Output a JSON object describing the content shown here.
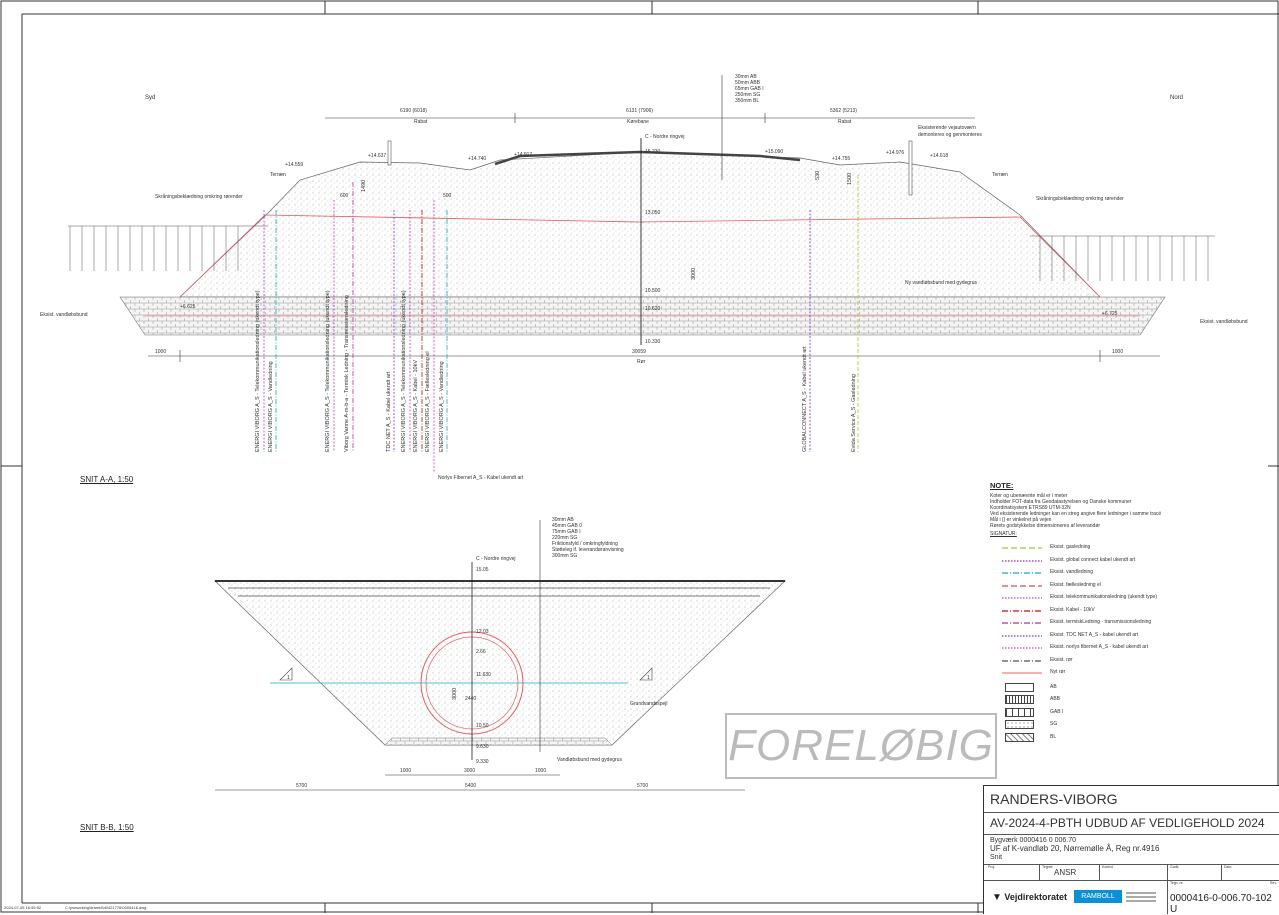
{
  "section_a": {
    "label": "SNIT A-A, 1:50",
    "left_dir": "Syd",
    "right_dir": "Nord",
    "pavement": [
      "30mm AB",
      "50mm ABB",
      "65mm GAB I",
      "250mm SG",
      "350mm BL"
    ],
    "widths": [
      {
        "value": "6190 (6018)",
        "name": "Rabat"
      },
      {
        "value": "6131 (7906)",
        "name": "Kørebane"
      },
      {
        "value": "5362 (5213)",
        "name": "Rabat"
      }
    ],
    "centerline": "C - Nordre ringvej",
    "levels": [
      "+14.559",
      "+14.637",
      "+14.740",
      "+14.917",
      "15.230",
      "+15.090",
      "+14.755",
      "+14.976",
      "+14.618",
      "13.050",
      "10.500",
      "10.620",
      "10.330",
      "+6.625",
      "+6.725"
    ],
    "dims": [
      "1000",
      "30059",
      "1000"
    ],
    "dim_sub": "Rør",
    "height_dim": "3000",
    "small_dims": [
      "1490",
      "600",
      "500",
      "530",
      "1500"
    ],
    "callouts": {
      "railing": [
        "Eksisterende vejautoværn",
        "demonteres og genmonteres"
      ],
      "terrain_left": "Terræn",
      "terrain_right": "Terræn",
      "slope_left": "Skråningsbeklædning omkring rørender",
      "slope_right": "Skråningsbeklædning omkring rørender",
      "bed_left": "Eksist. vandløbsbund",
      "bed_right": "Eksist. vandløbsbund",
      "new_bed": "Ny vandløbsbund med gydegrus",
      "norlys": "Norlys Fibernet A_S - Kabel ukendt art"
    },
    "utilities": [
      "ENERGI VIBORG A_S - Telekommunikationsledning (ukendt type)",
      "ENERGI VIBORG A_S - Vandledning",
      "ENERGI VIBORG A_S - Telekommunikationsledning (ukendt type)",
      "Viborg Varme A-m-b-a - Termisk Ledning - Transmissionsledning",
      "TDC NET A_S - Kabel ukendt art",
      "ENERGI VIBORG A_S - Telekommunikationsledning (ukendt type)",
      "ENERGI VIBORG A_S - Kabel - 10kV",
      "ENERGI VIBORG A_S - Fællesledning el",
      "ENERGI VIBORG A_S - Vandledning",
      "GLOBALCONNECT A_S - Kabel ukendt art",
      "Evida Service A_S - Gasledning"
    ]
  },
  "section_b": {
    "label": "SNIT B-B, 1:50",
    "centerline": "C - Nordre ringvej",
    "pavement": [
      "30mm AB",
      "45mm GAB 0",
      "75mm GAB I",
      "220mm SG",
      "Friktionsfyld / omkringfyldning",
      "Støtteleg if. leverandøranvisning",
      "300mm SG"
    ],
    "levels": [
      "15.05",
      "12.03",
      "2.66",
      "11.630",
      "10.50",
      "9.630",
      "9.330"
    ],
    "pipe_dims": [
      "3000",
      "2440"
    ],
    "dims": [
      "1000",
      "3000",
      "1000"
    ],
    "bottom_dims": [
      "5700",
      "5400",
      "5700"
    ],
    "slope": "1",
    "groundwater": "Grundvandsspejl",
    "bed": "Vandløbsbund med gydegrus"
  },
  "notes": {
    "title": "NOTE:",
    "lines": [
      "Koter og ubenævnte mål er i meter",
      "Indholder FOT-data fra Geodatastyrelsen og Danske kommuner",
      "Koordinatsystem ETRS89 UTM-32N",
      "Ved eksisterende ledninger kan en streg angive flere ledninger i samme tracé",
      "Mål i () er vinkelret på vejen",
      "Rørets godstykkelse dimensioneres af leverandør"
    ],
    "signature_title": "SIGNATUR:",
    "legend": [
      {
        "label": "Eksist. gasledning",
        "color": "#9acd32",
        "style": "dashed"
      },
      {
        "label": "Eksist. global connect kabel ukendt art",
        "color": "#7b2fbf",
        "style": "dotted"
      },
      {
        "label": "Eksist. vandledning",
        "color": "#1aa7c9",
        "style": "dashdot"
      },
      {
        "label": "Eksist. fællesledning el",
        "color": "#d94a4a",
        "style": "dashed"
      },
      {
        "label": "Eksist. telekommunikationsledning (ukendt type)",
        "color": "#c040c0",
        "style": "dotted"
      },
      {
        "label": "Eksist. Kabel - 10kV",
        "color": "#c01010",
        "style": "dashdot"
      },
      {
        "label": "Eksist. termiskLedning - transmissionsledning",
        "color": "#b0309a",
        "style": "dashdot"
      },
      {
        "label": "Eksist. TDC NET A_S - kabel ukendt art",
        "color": "#8a2be2",
        "style": "dotted"
      },
      {
        "label": "Eksist. norlys fibernet A_S - kabel ukendt art",
        "color": "#d43ab0",
        "style": "dotted"
      },
      {
        "label": "Eksist. rør",
        "color": "#555555",
        "style": "dashdot"
      },
      {
        "label": "Nyt rør",
        "color": "#f08080",
        "style": "solid"
      }
    ],
    "materials": [
      "AB",
      "ABB",
      "GAB I",
      "SG",
      "BL"
    ]
  },
  "watermark": "FORELØBIG",
  "title_block": {
    "project": "RANDERS-VIBORG",
    "contract": "AV-2024-4-PBTH UDBUD AF VEDLIGEHOLD 2024",
    "structure": "Bygværk 0000416 0 006.70",
    "description": "UF af K-vandløb 20, Nørremølle Å, Reg nr.4916",
    "sheet_type": "Snit",
    "drawn_by": "ANSR",
    "field_labels": [
      "Proj.",
      "Tegnet",
      "Kontrol",
      "Godk.",
      "Dato",
      "Tegn. nr.",
      "Rev."
    ],
    "client": "Vejdirektoratet",
    "consultant": "RAMBOLL",
    "drawing_number": "0000416-0-006.70-102 U"
  },
  "footer": {
    "timestamp": "2024-07-05 16:55:52",
    "path": "C:\\pwworking\\drambl\\d0421776\\0000416.dwg"
  }
}
